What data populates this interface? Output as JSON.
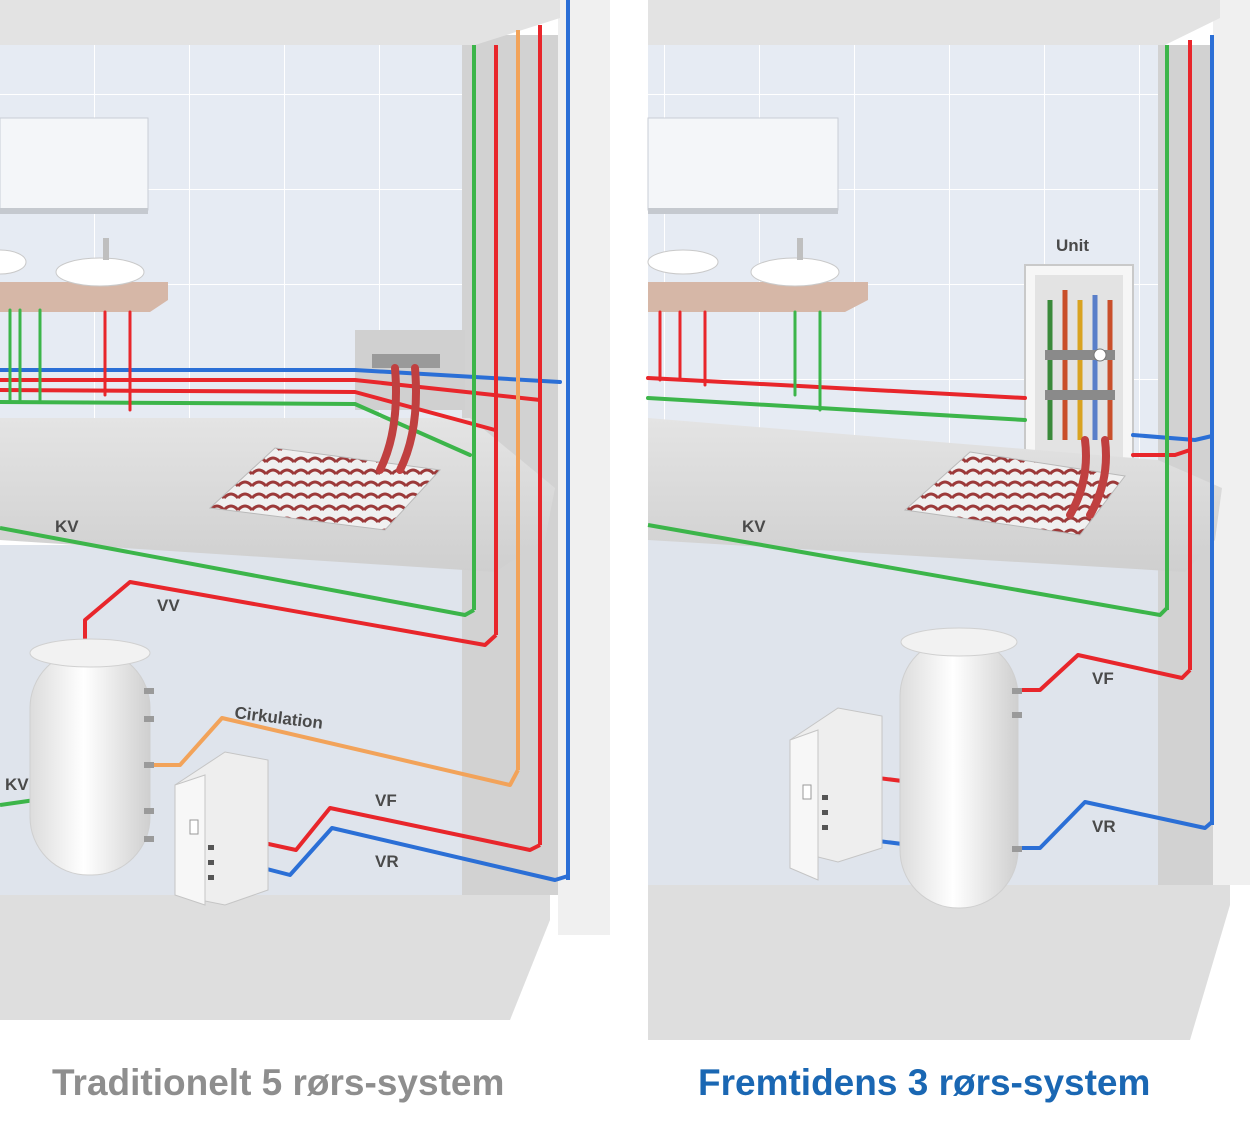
{
  "panels": {
    "left": {
      "caption": "Traditionelt 5 rørs-system",
      "labels": {
        "kv_upper": "KV",
        "vv": "VV",
        "cirkulation": "Cirkulation",
        "kv_lower": "KV",
        "vf": "VF",
        "vr": "VR"
      }
    },
    "right": {
      "caption": "Fremtidens 3 rørs-system",
      "labels": {
        "unit": "Unit",
        "kv": "KV",
        "vf": "VF",
        "vr": "VR"
      }
    }
  },
  "colors": {
    "cold_water": "#3cb54a",
    "hot_water": "#e8262b",
    "circulation": "#f2a35a",
    "return": "#2b6fd6",
    "caption_left": "#8e8e8e",
    "caption_right": "#1a67b3"
  }
}
